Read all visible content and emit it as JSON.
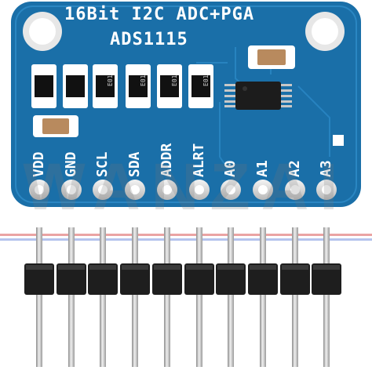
{
  "board": {
    "title": "16Bit I2C ADC+PGA",
    "chip": "ADS1115",
    "pins": [
      "VDD",
      "GND",
      "SCL",
      "SDA",
      "ADDR",
      "ALRT",
      "A0",
      "A1",
      "A2",
      "A3"
    ],
    "resistor_marking": "E01",
    "pcb_color": "#1a6fa8",
    "pin_count": 10
  },
  "watermark": "WANZAI"
}
